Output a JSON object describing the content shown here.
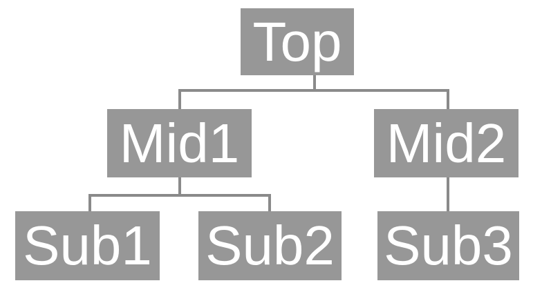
{
  "nodes": {
    "top": "Top",
    "mid1": "Mid1",
    "mid2": "Mid2",
    "sub1": "Sub1",
    "sub2": "Sub2",
    "sub3": "Sub3"
  },
  "colors": {
    "node_fill": "#979797",
    "node_text": "#ffffff",
    "connector": "#8a8a8a",
    "background": "#ffffff"
  }
}
